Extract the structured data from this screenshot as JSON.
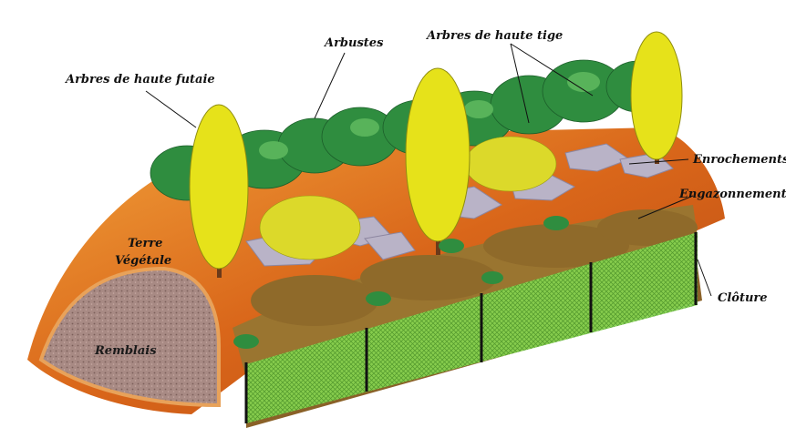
{
  "labels": {
    "arbres_haute_futaie": "Arbres de haute futaie",
    "arbustes": "Arbustes",
    "arbres_haute_tige": "Arbres de haute tige",
    "enrochements": "Enrochements",
    "engazonnement": "Engazonnement",
    "terre_vegetale_line1": "Terre",
    "terre_vegetale_line2": "Végétale",
    "remblais": "Remblais",
    "cloture": "Clôture"
  },
  "colors": {
    "terre_vegetale": "#e07a1f",
    "remblais": "#a8857f",
    "grass": "#8f6a2a",
    "rocks": "#b9b3c7",
    "foliage_dark": "#2e8b3e",
    "foliage_yellow": "#e6e21a",
    "fence": "#7ccf4a"
  }
}
